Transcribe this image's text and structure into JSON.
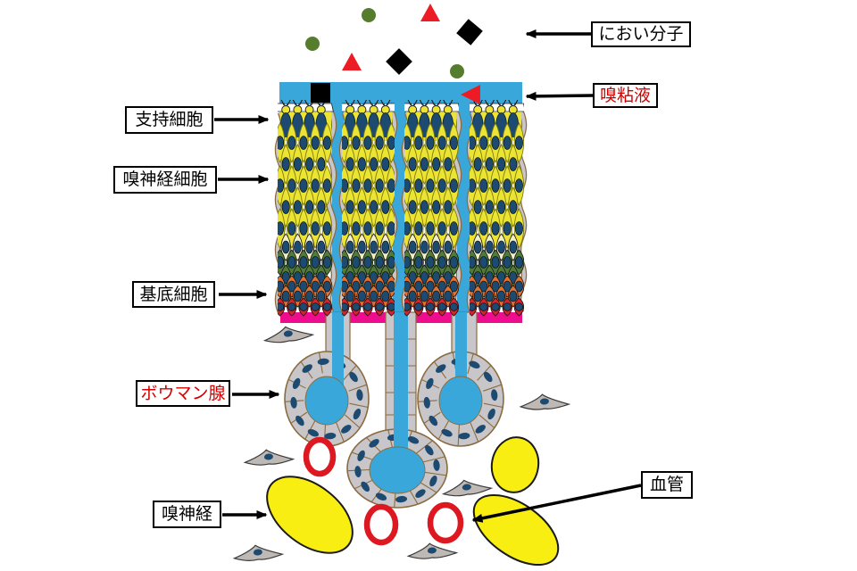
{
  "labels": [
    {
      "id": "odor-molecules",
      "text": "におい分子",
      "color": "#000000"
    },
    {
      "id": "olfactory-mucus",
      "text": "嗅粘液",
      "color": "#d40000"
    },
    {
      "id": "supporting-cells",
      "text": "支持細胞",
      "color": "#000000"
    },
    {
      "id": "olfactory-neurons",
      "text": "嗅神経細胞",
      "color": "#000000"
    },
    {
      "id": "basal-cells",
      "text": "基底細胞",
      "color": "#000000"
    },
    {
      "id": "bowmans-gland",
      "text": "ボウマン腺",
      "color": "#d40000"
    },
    {
      "id": "olfactory-nerve",
      "text": "嗅神経",
      "color": "#000000"
    },
    {
      "id": "blood-vessel",
      "text": "血管",
      "color": "#000000"
    }
  ],
  "palette": {
    "mucus_blue": "#3aa7db",
    "cell_yellow": "#ece432",
    "cell_cream": "#f2eec6",
    "cell_green": "#517b39",
    "cell_orange": "#e4722e",
    "cell_red": "#d6242b",
    "basement_magenta": "#ee0d8d",
    "nucleus_navy": "#1c4a71",
    "gland_gray": "#c9c6c9",
    "gland_outline_tan": "#8a6b3f",
    "fibroblast_gray": "#beb9b5",
    "nerve_yellow": "#f8ee12",
    "vessel_red": "#dd1820",
    "molecule_green": "#567d2e",
    "molecule_red": "#ed1c24",
    "molecule_black": "#000000",
    "arrow_black": "#000000"
  }
}
